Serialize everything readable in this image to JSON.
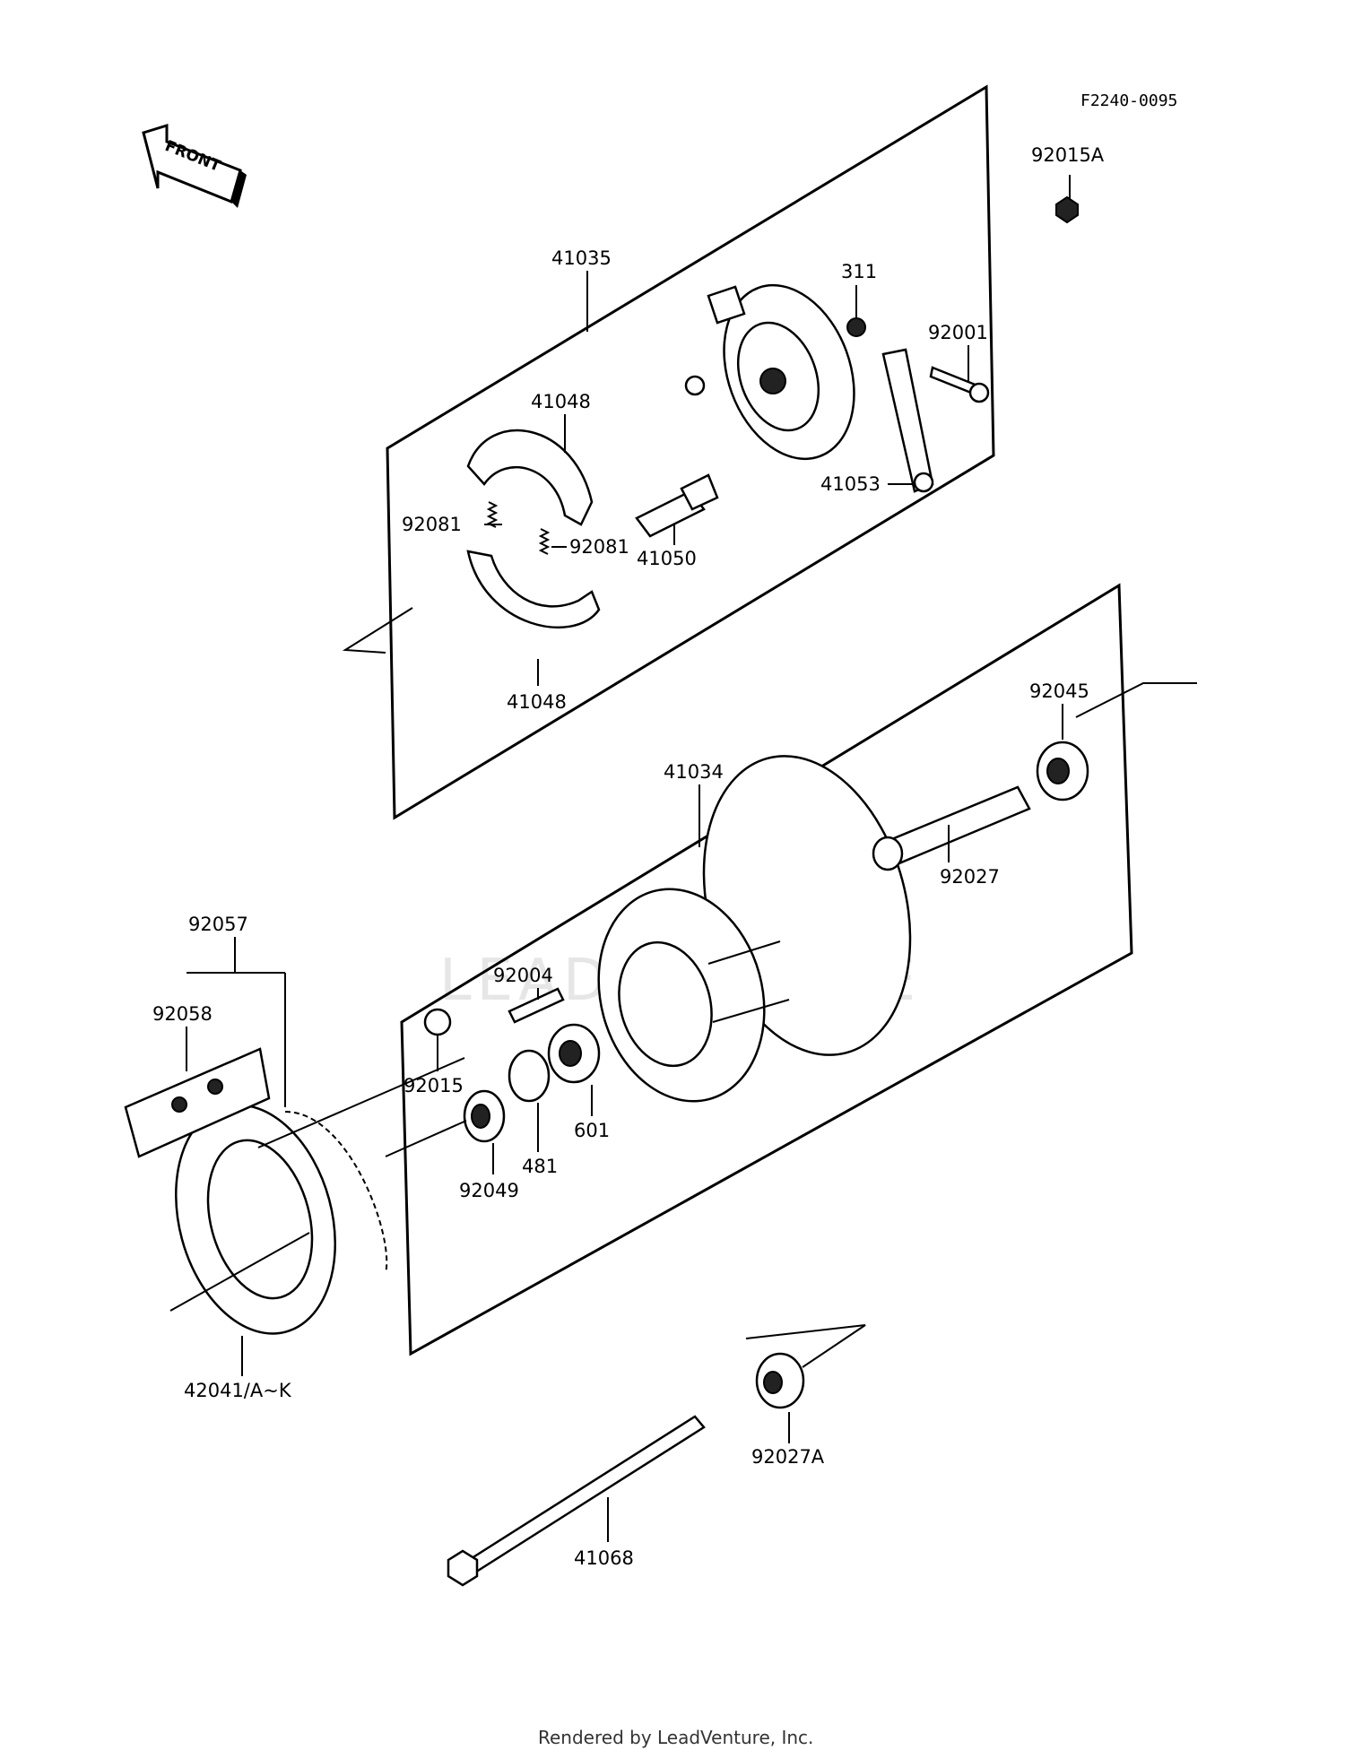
{
  "diagram": {
    "ref_code": "F2240-0095",
    "front_label": "FRONT",
    "watermark": "LEADVENTURE",
    "credit": "Rendered by LeadVenture, Inc.",
    "parts": {
      "p92015A": "92015A",
      "p41035": "41035",
      "p311": "311",
      "p92001": "92001",
      "p41048_top": "41048",
      "p92081_left": "92081",
      "p92081_right": "92081",
      "p41050": "41050",
      "p41053": "41053",
      "p41048_bottom": "41048",
      "p92045": "92045",
      "p41034": "41034",
      "p92027": "92027",
      "p92057": "92057",
      "p92058": "92058",
      "p92004": "92004",
      "p92015": "92015",
      "p601": "601",
      "p481": "481",
      "p92049": "92049",
      "p42041": "42041/A~K",
      "p92027A": "92027A",
      "p41068": "41068"
    }
  }
}
